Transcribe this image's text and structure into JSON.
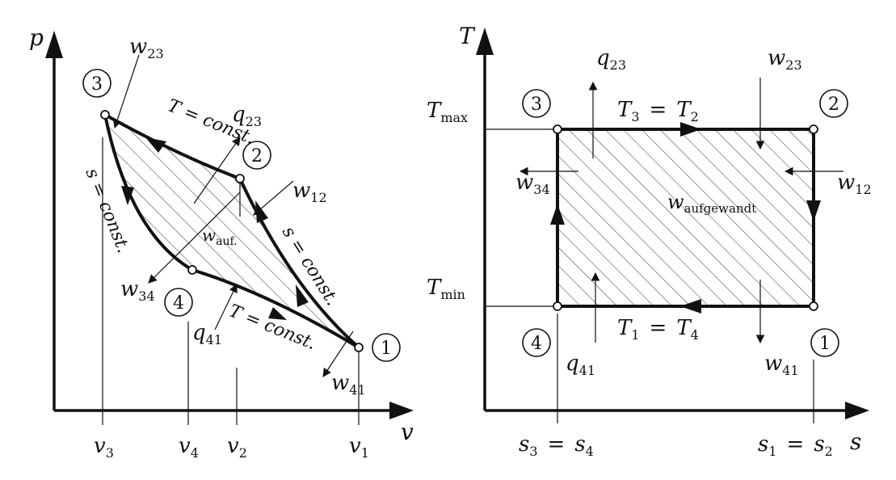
{
  "pv_diagram": {
    "axis_y": "p",
    "axis_x": "v",
    "states": [
      "3",
      "2",
      "4",
      "1"
    ],
    "ticks": [
      {
        "base": "v",
        "sub": "3"
      },
      {
        "base": "v",
        "sub": "4"
      },
      {
        "base": "v",
        "sub": "2"
      },
      {
        "base": "v",
        "sub": "1"
      }
    ],
    "process_labels": {
      "t_const_top": "T = const.",
      "t_const_bottom": "T = const.",
      "s_const_left": "s = const.",
      "s_const_right": "s = const."
    },
    "energy_labels": {
      "w23": {
        "base": "w",
        "sub": "23"
      },
      "q23": {
        "base": "q",
        "sub": "23"
      },
      "w12": {
        "base": "w",
        "sub": "12"
      },
      "w_auf": {
        "base": "w",
        "sub": "auf."
      },
      "w34": {
        "base": "w",
        "sub": "34"
      },
      "q41": {
        "base": "q",
        "sub": "41"
      },
      "w41": {
        "base": "w",
        "sub": "41"
      }
    }
  },
  "ts_diagram": {
    "axis_y": "T",
    "axis_x": "s",
    "states": [
      "3",
      "2",
      "4",
      "1"
    ],
    "t_max": {
      "base": "T",
      "sub": "max"
    },
    "t_min": {
      "base": "T",
      "sub": "min"
    },
    "top_relation": {
      "a": "T",
      "a_sub": "3",
      "eq": "=",
      "b": "T",
      "b_sub": "2"
    },
    "bottom_relation": {
      "a": "T",
      "a_sub": "1",
      "eq": "=",
      "b": "T",
      "b_sub": "4"
    },
    "s_left": {
      "a": "s",
      "a_sub": "3",
      "eq": "=",
      "b": "s",
      "b_sub": "4"
    },
    "s_right": {
      "a": "s",
      "a_sub": "1",
      "eq": "=",
      "b": "s",
      "b_sub": "2"
    },
    "energy_labels": {
      "q23": {
        "base": "q",
        "sub": "23"
      },
      "w23": {
        "base": "w",
        "sub": "23"
      },
      "w34": {
        "base": "w",
        "sub": "34"
      },
      "w12": {
        "base": "w",
        "sub": "12"
      },
      "w_aufgewandt": {
        "base": "w",
        "sub": "aufgewandt"
      },
      "q41": {
        "base": "q",
        "sub": "41"
      },
      "w41": {
        "base": "w",
        "sub": "41"
      }
    }
  }
}
